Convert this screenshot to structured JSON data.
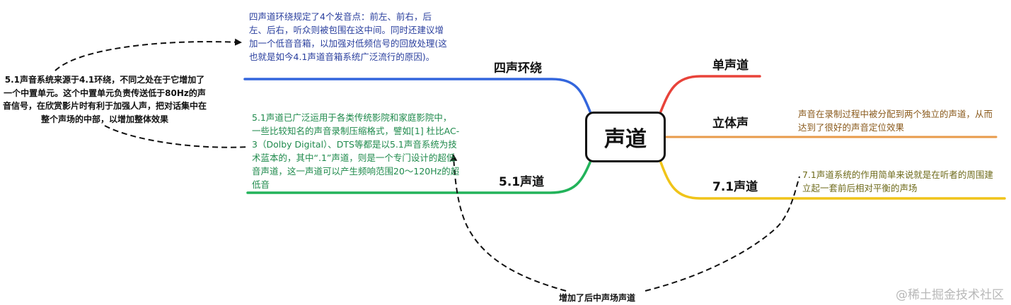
{
  "root": {
    "label": "声道"
  },
  "topics": {
    "mono": "单声道",
    "stereo": "立体声",
    "surround71": "7.1声道",
    "quad": "四声环绕",
    "surround51": "5.1声道"
  },
  "notes": {
    "quad": "四声道环绕规定了4个发音点：前左、前右，后左、后右，听众则被包围在这中间。同时还建议增加一个低音音箱，以加强对低频信号的回放处理(这也就是如今4.1声道音箱系统广泛流行的原因)。",
    "surround51": "5.1声道已广泛运用于各类传统影院和家庭影院中，一些比较知名的声音录制压缩格式，譬如[1] 杜比AC-3（Dolby Digital）、DTS等都是以5.1声音系统为技术蓝本的，其中“.1”声道，则是一个专门设计的超低音声道，这一声道可以产生频响范围20～120Hz的超低音",
    "stereo": "声音在录制过程中被分配到两个独立的声道，从而达到了很好的声音定位效果",
    "surround71": "7.1声道系统的作用简单来说就是在听者的周围建立起一套前后相对平衡的声场",
    "left": "5.1声音系统来源于4.1环绕，不同之处在于它增加了一个中置单元。这个中置单元负责传送低于80Hz的声音信号，在欣赏影片时有利于加强人声，把对话集中在整个声场的中部，以增加整体效果",
    "bottom": "增加了后中声场声道"
  },
  "colors": {
    "mono": "#e8433a",
    "stereo": "#e89b4a",
    "surround71": "#f0c419",
    "quad": "#3366dd",
    "surround51": "#22b35a"
  },
  "watermark": "@稀土掘金技术社区"
}
